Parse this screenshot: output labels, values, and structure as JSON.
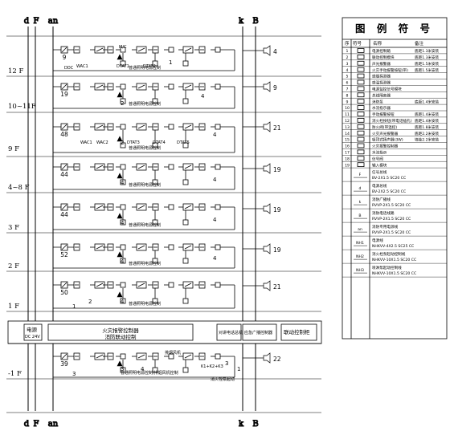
{
  "bus_labels": {
    "d": "d",
    "F": "F",
    "an": "an",
    "k": "k",
    "B": "B"
  },
  "floor_labels": [
    {
      "id": "12",
      "label": "12 F"
    },
    {
      "id": "1011",
      "label": "10~11F"
    },
    {
      "id": "9",
      "label": "9 F"
    },
    {
      "id": "48",
      "label": "4~8 F"
    },
    {
      "id": "3",
      "label": "3 F"
    },
    {
      "id": "2",
      "label": "2 F"
    },
    {
      "id": "1",
      "label": "1 F"
    },
    {
      "id": "m1",
      "label": "-1 F"
    }
  ],
  "speaker_counts": {
    "r12": "4",
    "r1011": "9",
    "r9": "21",
    "r48": "19",
    "r3": "19",
    "r2": "19",
    "r1": "21",
    "rm1": "22"
  },
  "detector_counts": {
    "r12": "9",
    "r1011": "19",
    "r9": "48",
    "r48": "44",
    "r3": "44",
    "r2": "52",
    "r1": "50",
    "rm1": "39"
  },
  "row_numbers": {
    "r12_a": "1",
    "r1011_a": "2",
    "r1011_b": "4",
    "r9_a": "2",
    "r9_b": "4",
    "r48_a": "4",
    "r48_b": "4",
    "r3_a": "4",
    "r3_b": "4",
    "r2_a": "4",
    "r2_b": "4",
    "r1_a": "4",
    "r1_b": "2",
    "r1_c": "1",
    "rm1_a": "3",
    "rm1_b": "4",
    "rm1_c": "3",
    "rm1_d": "3",
    "rm1_e": "1"
  },
  "device_texts": {
    "ddc": "DDC",
    "wac1": "WAC1",
    "wac2": "WAC2",
    "dtat1": "DTAT1",
    "dtat2": "DTAT2",
    "dtat3": "DTAT3",
    "dtat4": "DTAT4",
    "dtat5": "DTAT5",
    "mc": "M/C",
    "row_note": "普通照明电源控制",
    "row_note_b": "消防泵电源控制",
    "row_note_m1": "普通照明电源控制/排烟风机控制",
    "row_note_m1b": "消火栓泵起动",
    "fan_note": "排烟风机",
    "kxx": "K1+K2+K3"
  },
  "control_room": {
    "power": "电源",
    "power_sub": "DC 24V",
    "main_panel": "火灾报警控制器",
    "linkage": "消防联动控制",
    "phone": "对讲电话总机",
    "broadcast": "应急广播控制器",
    "monitor": "联动控制柜"
  },
  "legend": {
    "title": "图 例 符 号",
    "headers": [
      "序",
      "符号",
      "名称",
      "备注"
    ],
    "rows": [
      {
        "n": "1",
        "name": "电源控制箱",
        "note": "底距1.3米安装"
      },
      {
        "n": "2",
        "name": "联动控制模块",
        "note": "底距1.3米安装"
      },
      {
        "n": "3",
        "name": "声光报警器",
        "note": "底距1.5米安装"
      },
      {
        "n": "4",
        "name": "火灾手动报警按钮(带)",
        "note": "底距1.5米安装"
      },
      {
        "n": "5",
        "name": "感烟探测器",
        "note": ""
      },
      {
        "n": "6",
        "name": "感温探测器",
        "note": ""
      },
      {
        "n": "7",
        "name": "电源监控信号模块",
        "note": ""
      },
      {
        "n": "8",
        "name": "总线隔离器",
        "note": ""
      },
      {
        "n": "9",
        "name": "消防泵",
        "note": "底距1.4米安装"
      },
      {
        "n": "10",
        "name": "水流指示器",
        "note": ""
      },
      {
        "n": "11",
        "name": "手动报警按钮",
        "note": "底距1.4米安装"
      },
      {
        "n": "12",
        "name": "消火栓按钮(带电话插孔)",
        "note": "底距1.4米安装"
      },
      {
        "n": "13",
        "name": "防火阀(带温控)",
        "note": "底距1.8米安装"
      },
      {
        "n": "14",
        "name": "火灾声光报警器",
        "note": "底距2.2米安装"
      },
      {
        "n": "15",
        "name": "吸顶式扬声器(3W)",
        "note": "墙挂2.2米安装"
      },
      {
        "n": "16",
        "name": "火灾报警控制器",
        "note": ""
      },
      {
        "n": "17",
        "name": "水流指示",
        "note": ""
      },
      {
        "n": "18",
        "name": "信号阀",
        "note": ""
      },
      {
        "n": "19",
        "name": "输入模块",
        "note": ""
      }
    ],
    "cables": [
      {
        "sym": "F",
        "name": "信号总线",
        "spec": "BV-2X1.5 SC20 CC"
      },
      {
        "sym": "d",
        "name": "电源总线",
        "spec": "BV-2X2.5 SC20 CC"
      },
      {
        "sym": "k",
        "name": "消防广播线",
        "spec": "RVVP-2X1.5 SC20 CC"
      },
      {
        "sym": "B",
        "name": "消防电话线路",
        "spec": "RVVP-2X1.5 SC20 CC"
      },
      {
        "sym": "an",
        "name": "消防专用电源线",
        "spec": "RVVP-2X1.5 SC20 CC"
      },
      {
        "sym": "NH1",
        "name": "电源线",
        "spec": "NHKVV-4X2.5 SC25 CC"
      },
      {
        "sym": "NH2",
        "name": "消火栓泵起动控制线",
        "spec": "NHKVV-10X1.5 SC20 CC"
      },
      {
        "sym": "NH3",
        "name": "喷淋泵起动控制线",
        "spec": "NHKVV-10X1.5 SC20 CC"
      }
    ]
  }
}
